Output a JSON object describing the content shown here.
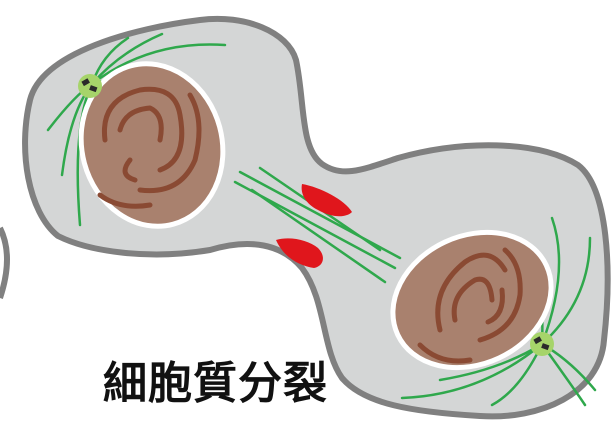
{
  "caption": "細胞質分裂",
  "colors": {
    "membrane": "#808080",
    "cytoplasm": "#d4d6d6",
    "nucleus_fill": "#a9816e",
    "nucleus_border": "#ffffff",
    "chromatin": "#8a4a33",
    "spindle": "#2fa84c",
    "centrosome": "#a6d46a",
    "centriole": "#2a2a2a",
    "contractile_ring": "#e0161c"
  },
  "parts": {
    "upper_cell": "cell-left",
    "lower_cell": "cell-right",
    "furrow": "contractile-ring",
    "spindle": "spindle-fibers"
  }
}
